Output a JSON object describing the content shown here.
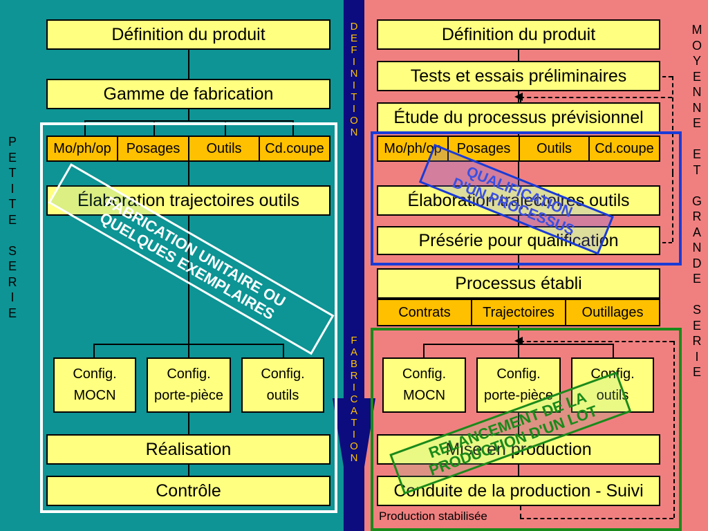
{
  "colors": {
    "left_bg": "#0e9494",
    "right_bg": "#f08080",
    "middle_band": "#0c0c7e",
    "box_fill": "#ffff80",
    "tool_fill": "#ffc000"
  },
  "left": {
    "definition": "Définition du produit",
    "gamme": "Gamme de fabrication",
    "tools": [
      "Mo/ph/op",
      "Posages",
      "Outils",
      "Cd.coupe"
    ],
    "elaboration": "Élaboration trajectoires outils",
    "configs": [
      {
        "line1": "Config.",
        "line2": "MOCN"
      },
      {
        "line1": "Config.",
        "line2": "porte-pièce"
      },
      {
        "line1": "Config.",
        "line2": "outils"
      }
    ],
    "realisation": "Réalisation",
    "controle": "Contrôle",
    "stamp_line1": "FABRICATION UNITAIRE OU",
    "stamp_line2": "QUELQUES EXEMPLAIRES",
    "side_label": [
      "P",
      "E",
      "T",
      "I",
      "T",
      "E",
      "",
      "S",
      "E",
      "R",
      "I",
      "E"
    ]
  },
  "middle": {
    "top_label": [
      "D",
      "E",
      "F",
      "I",
      "N",
      "I",
      "T",
      "I",
      "O",
      "N"
    ],
    "bottom_label": [
      "F",
      "A",
      "B",
      "R",
      "I",
      "C",
      "A",
      "T",
      "I",
      "O",
      "N"
    ]
  },
  "right": {
    "definition": "Définition du produit",
    "tests": "Tests et essais préliminaires",
    "etude": "Étude du processus prévisionnel",
    "tools": [
      "Mo/ph/op",
      "Posages",
      "Outils",
      "Cd.coupe"
    ],
    "elaboration": "Élaboration trajectoires outils",
    "preserie": "Présérie pour qualification",
    "processus": "Processus établi",
    "outputs": [
      "Contrats",
      "Trajectoires",
      "Outillages"
    ],
    "configs": [
      {
        "line1": "Config.",
        "line2": "MOCN"
      },
      {
        "line1": "Config.",
        "line2": "porte-pièce"
      },
      {
        "line1": "Config.",
        "line2": "outils"
      }
    ],
    "mise": "Mise en production",
    "conduite": "Conduite de la production - Suivi",
    "stabilisee": "Production stabilisée",
    "stamp_qual_line1": "QUALIFICATION",
    "stamp_qual_line2": "D'UN PROCESSUS",
    "stamp_lot_line1": "RELANCEMENT DE LA",
    "stamp_lot_line2": "PRODUCTION D'UN LOT",
    "side_label": [
      "M",
      "O",
      "Y",
      "E",
      "N",
      "N",
      "E",
      "",
      "E",
      "T",
      "",
      "G",
      "R",
      "A",
      "N",
      "D",
      "E",
      "",
      "S",
      "E",
      "R",
      "I",
      "E"
    ]
  }
}
